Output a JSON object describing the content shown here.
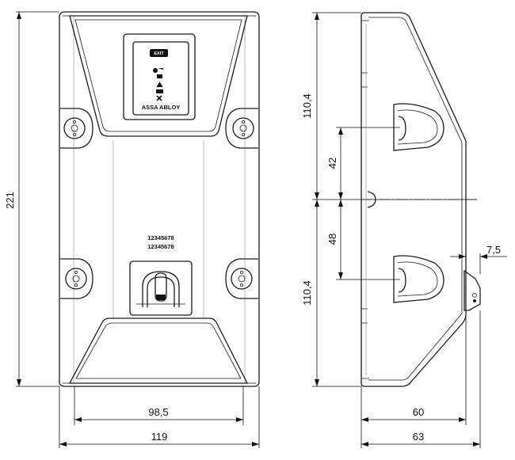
{
  "dimensions": {
    "overall_height": "221",
    "upper_hole_offset": "110,4",
    "lower_hole_offset": "110,4",
    "upper_hole_spacing": "42",
    "lower_hole_spacing": "48",
    "latch_depth": "7,5",
    "inner_width": "98,5",
    "overall_width": "119",
    "body_depth": "60",
    "overall_depth": "63"
  },
  "reader_panel": {
    "brand": "ASSA ABLOY",
    "exit_label": "EXIT"
  },
  "serial_labels": [
    "12345678",
    "12345678"
  ],
  "colors": {
    "line": "#1a1a1a",
    "background": "#ffffff"
  }
}
